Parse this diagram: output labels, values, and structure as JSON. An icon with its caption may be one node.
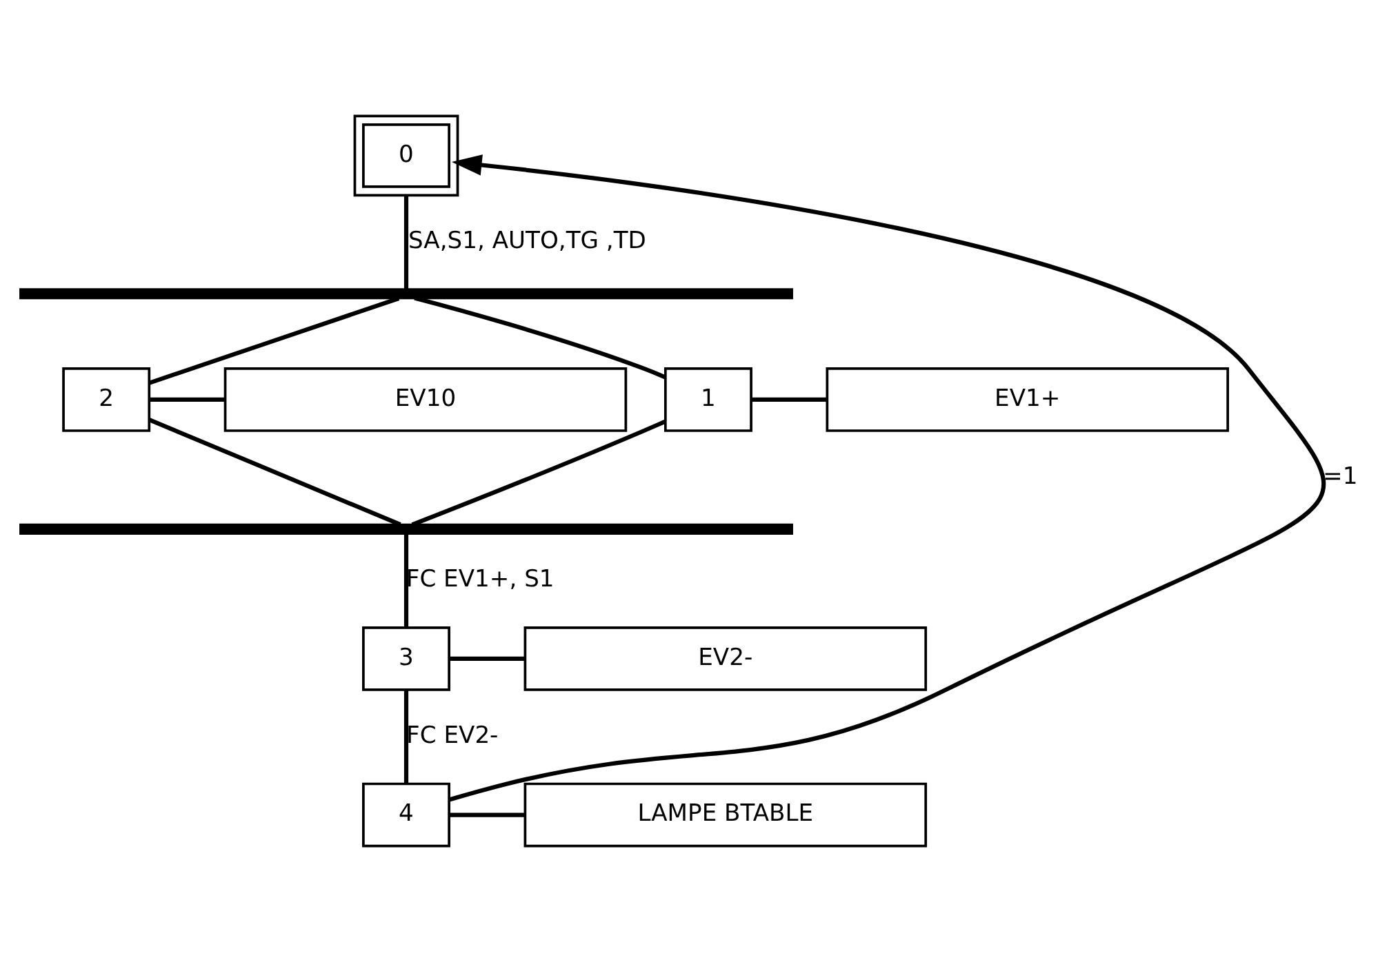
{
  "diagram": {
    "nodes": [
      {
        "text": [
          "0"
        ]
      },
      {
        "text": [],
        "shape": "bar"
      },
      {
        "text": [
          "2"
        ]
      },
      {
        "text": [
          "EV10"
        ]
      },
      {
        "text": [
          "1"
        ]
      },
      {
        "text": [
          "EV1+"
        ]
      },
      {
        "text": [],
        "shape": "bar"
      },
      {
        "text": [
          "3"
        ]
      },
      {
        "text": [
          "EV2-"
        ]
      },
      {
        "text": [
          "4"
        ]
      },
      {
        "text": [
          "LAMPE BTABLE"
        ]
      }
    ],
    "edges": [
      {
        "from": 0,
        "to": 1,
        "arrow": "none",
        "label": "SA,S1, AUTO,TG ,TD"
      },
      {
        "from": 1,
        "to": 2,
        "arrow": "none"
      },
      {
        "from": 1,
        "to": 4,
        "arrow": "none"
      },
      {
        "from": 2,
        "to": 3,
        "arrow": "none"
      },
      {
        "from": 4,
        "to": 5,
        "arrow": "none"
      },
      {
        "from": 2,
        "to": 6,
        "arrow": "none"
      },
      {
        "from": 4,
        "to": 6,
        "arrow": "none"
      },
      {
        "from": 6,
        "to": 7,
        "arrow": "none",
        "label": "FC EV1+, S1"
      },
      {
        "from": 7,
        "to": 8,
        "arrow": "none"
      },
      {
        "from": 7,
        "to": 9,
        "arrow": "none",
        "label": "FC EV2-"
      },
      {
        "from": 9,
        "to": 10,
        "arrow": "none"
      },
      {
        "from": 9,
        "to": 0,
        "arrow": "to",
        "label": "=1"
      }
    ]
  }
}
